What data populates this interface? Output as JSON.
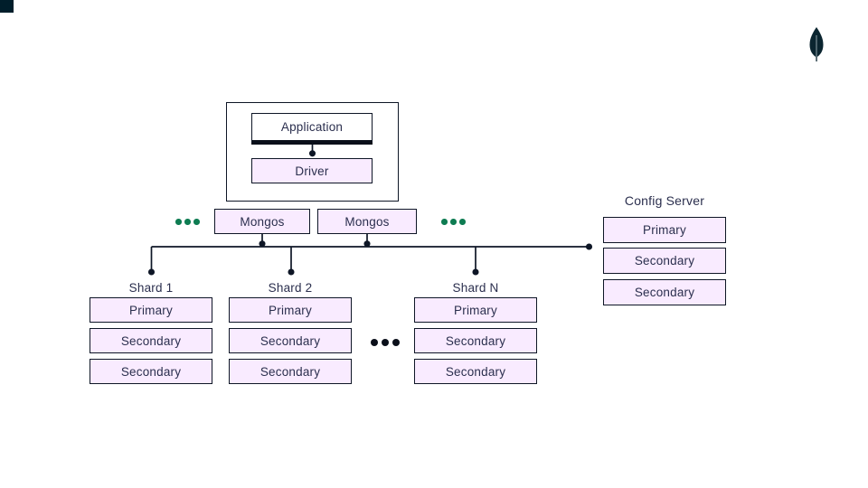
{
  "brand": {
    "logo_icon": "mongodb-leaf-icon",
    "dark_color": "#001E2B",
    "accent_pink": "#F9EBFF",
    "green": "#0E7C52"
  },
  "app_group": {
    "application_label": "Application",
    "driver_label": "Driver"
  },
  "mongos": {
    "items": [
      "Mongos",
      "Mongos"
    ],
    "more_indicator_icon": "ellipsis-dots"
  },
  "config_server": {
    "title": "Config Server",
    "nodes": [
      "Primary",
      "Secondary",
      "Secondary"
    ]
  },
  "shards": [
    {
      "title": "Shard 1",
      "nodes": [
        "Primary",
        "Secondary",
        "Secondary"
      ]
    },
    {
      "title": "Shard 2",
      "nodes": [
        "Primary",
        "Secondary",
        "Secondary"
      ]
    },
    {
      "title": "Shard N",
      "nodes": [
        "Primary",
        "Secondary",
        "Secondary"
      ]
    }
  ],
  "shard_more_indicator_icon": "ellipsis-dots"
}
